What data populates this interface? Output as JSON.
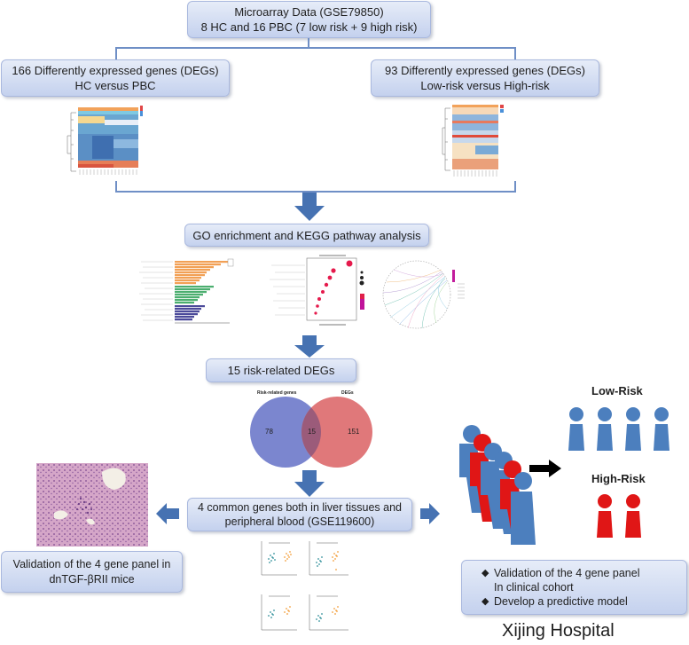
{
  "top_box": {
    "line1": "Microarray Data (GSE79850)",
    "line2": "8 HC and 16 PBC (7 low risk + 9 high risk)"
  },
  "left_box": {
    "line1": "166 Differently expressed genes (DEGs)",
    "line2": "HC versus PBC"
  },
  "right_box": {
    "line1": "93 Differently expressed genes (DEGs)",
    "line2": "Low-risk versus High-risk"
  },
  "go_box": {
    "label": "GO enrichment and KEGG pathway analysis"
  },
  "risk_box": {
    "label": "15 risk-related DEGs"
  },
  "venn": {
    "left_title": "Risk-related genes",
    "right_title": "DEGs",
    "left_only": "78",
    "overlap": "15",
    "right_only": "151"
  },
  "common_box": {
    "line1": "4 common genes both in liver tissues and",
    "line2": "peripheral blood (GSE119600)"
  },
  "mice_box": {
    "line1": "Validation of the 4 gene panel in",
    "line2": "dnTGF-βRII mice"
  },
  "clinical_box": {
    "item1a": "Validation of the 4 gene panel",
    "item1b": "In clinical cohort",
    "item2": "Develop a predictive model"
  },
  "groups": {
    "low_risk": "Low-Risk",
    "high_risk": "High-Risk"
  },
  "hospital": "Xijing Hospital",
  "colors": {
    "arrow": "#4672b2",
    "venn_left": "#7b86cf",
    "venn_right": "#e0787a",
    "venn_overlap": "#9b5b7a",
    "person_blue": "#4c7fbe",
    "person_red": "#e01616",
    "bar_orange": "#f2a055",
    "bar_green": "#4bae6f",
    "bar_purple": "#4b4a9a",
    "dot_teal": "#2f8f9a",
    "dot_orange": "#f29d38"
  }
}
